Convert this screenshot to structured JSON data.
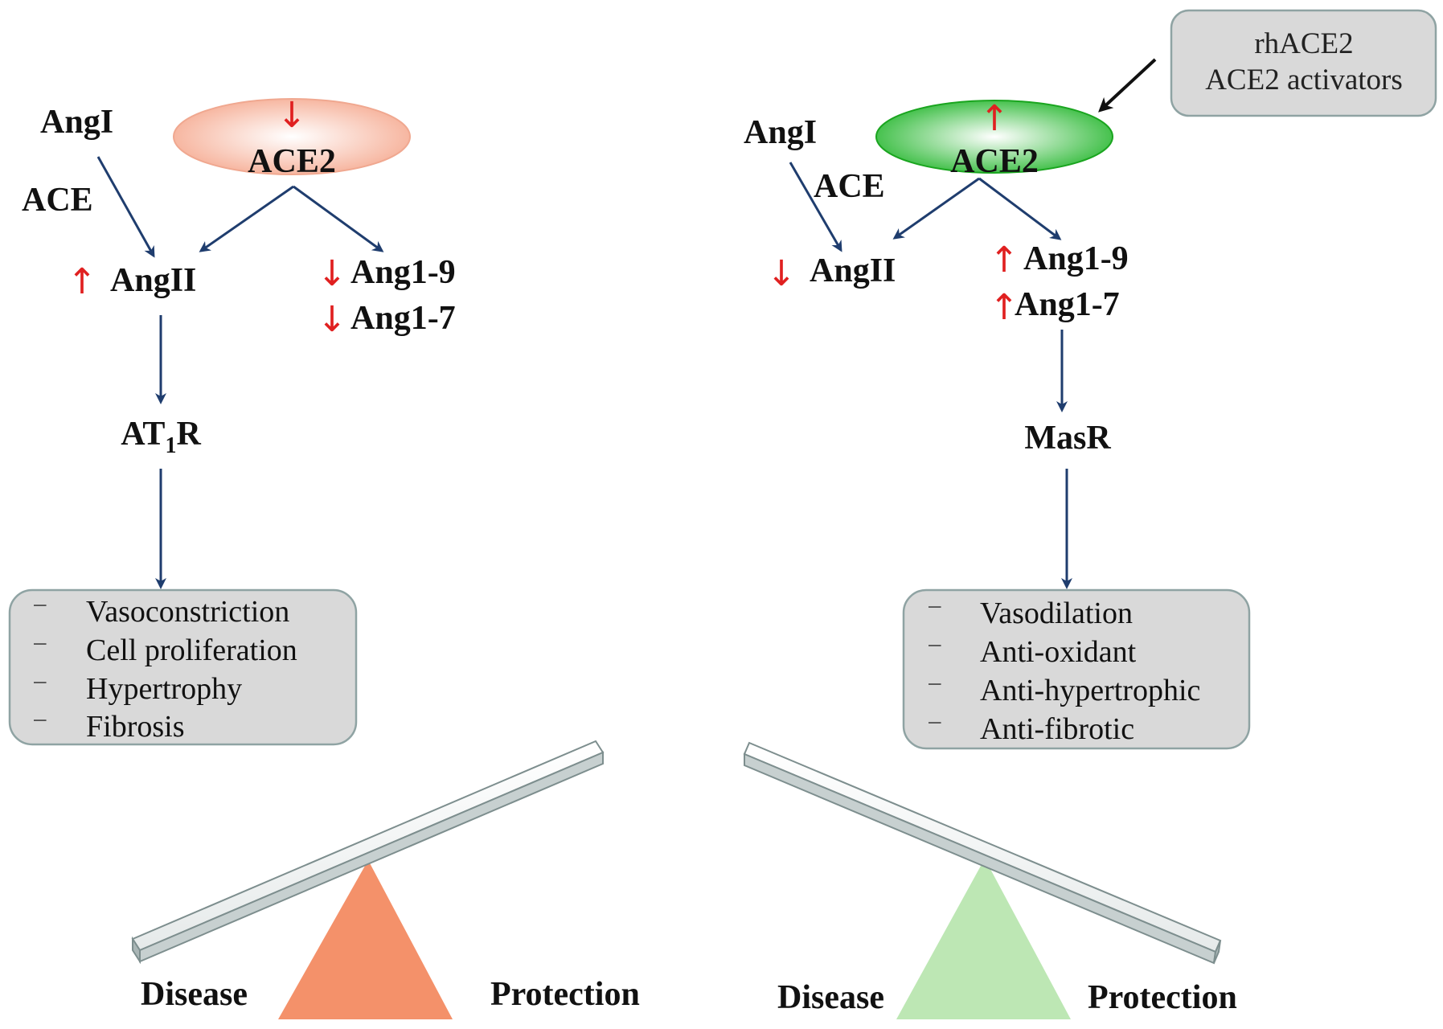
{
  "colors": {
    "arrow_blue": "#1f3d6e",
    "indicator_red": "#e02020",
    "disease_fulcrum": "#f4916a",
    "protection_fulcrum": "#bde7b4",
    "box_fill": "#d9d9d9",
    "box_border": "#8fa3a3"
  },
  "left": {
    "angi": "AngI",
    "ace": "ACE",
    "ace2": "ACE2",
    "ace2_indicator": "↓",
    "angii": "AngII",
    "angii_indicator": "↑",
    "ang19": "Ang1-9",
    "ang19_indicator": "↓",
    "ang17": "Ang1-7",
    "ang17_indicator": "↓",
    "receptor_main": "AT",
    "receptor_sub": "1",
    "receptor_end": "R",
    "effects": [
      "Vasoconstriction",
      "Cell proliferation",
      "Hypertrophy",
      "Fibrosis"
    ],
    "bullet": "–",
    "disease": "Disease",
    "protection": "Protection"
  },
  "right": {
    "angi": "AngI",
    "ace": "ACE",
    "ace2": "ACE2",
    "ace2_indicator": "↑",
    "angii": "AngII",
    "angii_indicator": "↓",
    "ang19": "Ang1-9",
    "ang19_indicator": "↑",
    "ang17": "Ang1-7",
    "ang17_indicator": "↑",
    "receptor": "MasR",
    "effects": [
      "Vasodilation",
      "Anti-oxidant",
      "Anti-hypertrophic",
      "Anti-fibrotic"
    ],
    "bullet": "–",
    "disease": "Disease",
    "protection": "Protection",
    "activator_box": [
      "rhACE2",
      "ACE2 activators"
    ]
  }
}
